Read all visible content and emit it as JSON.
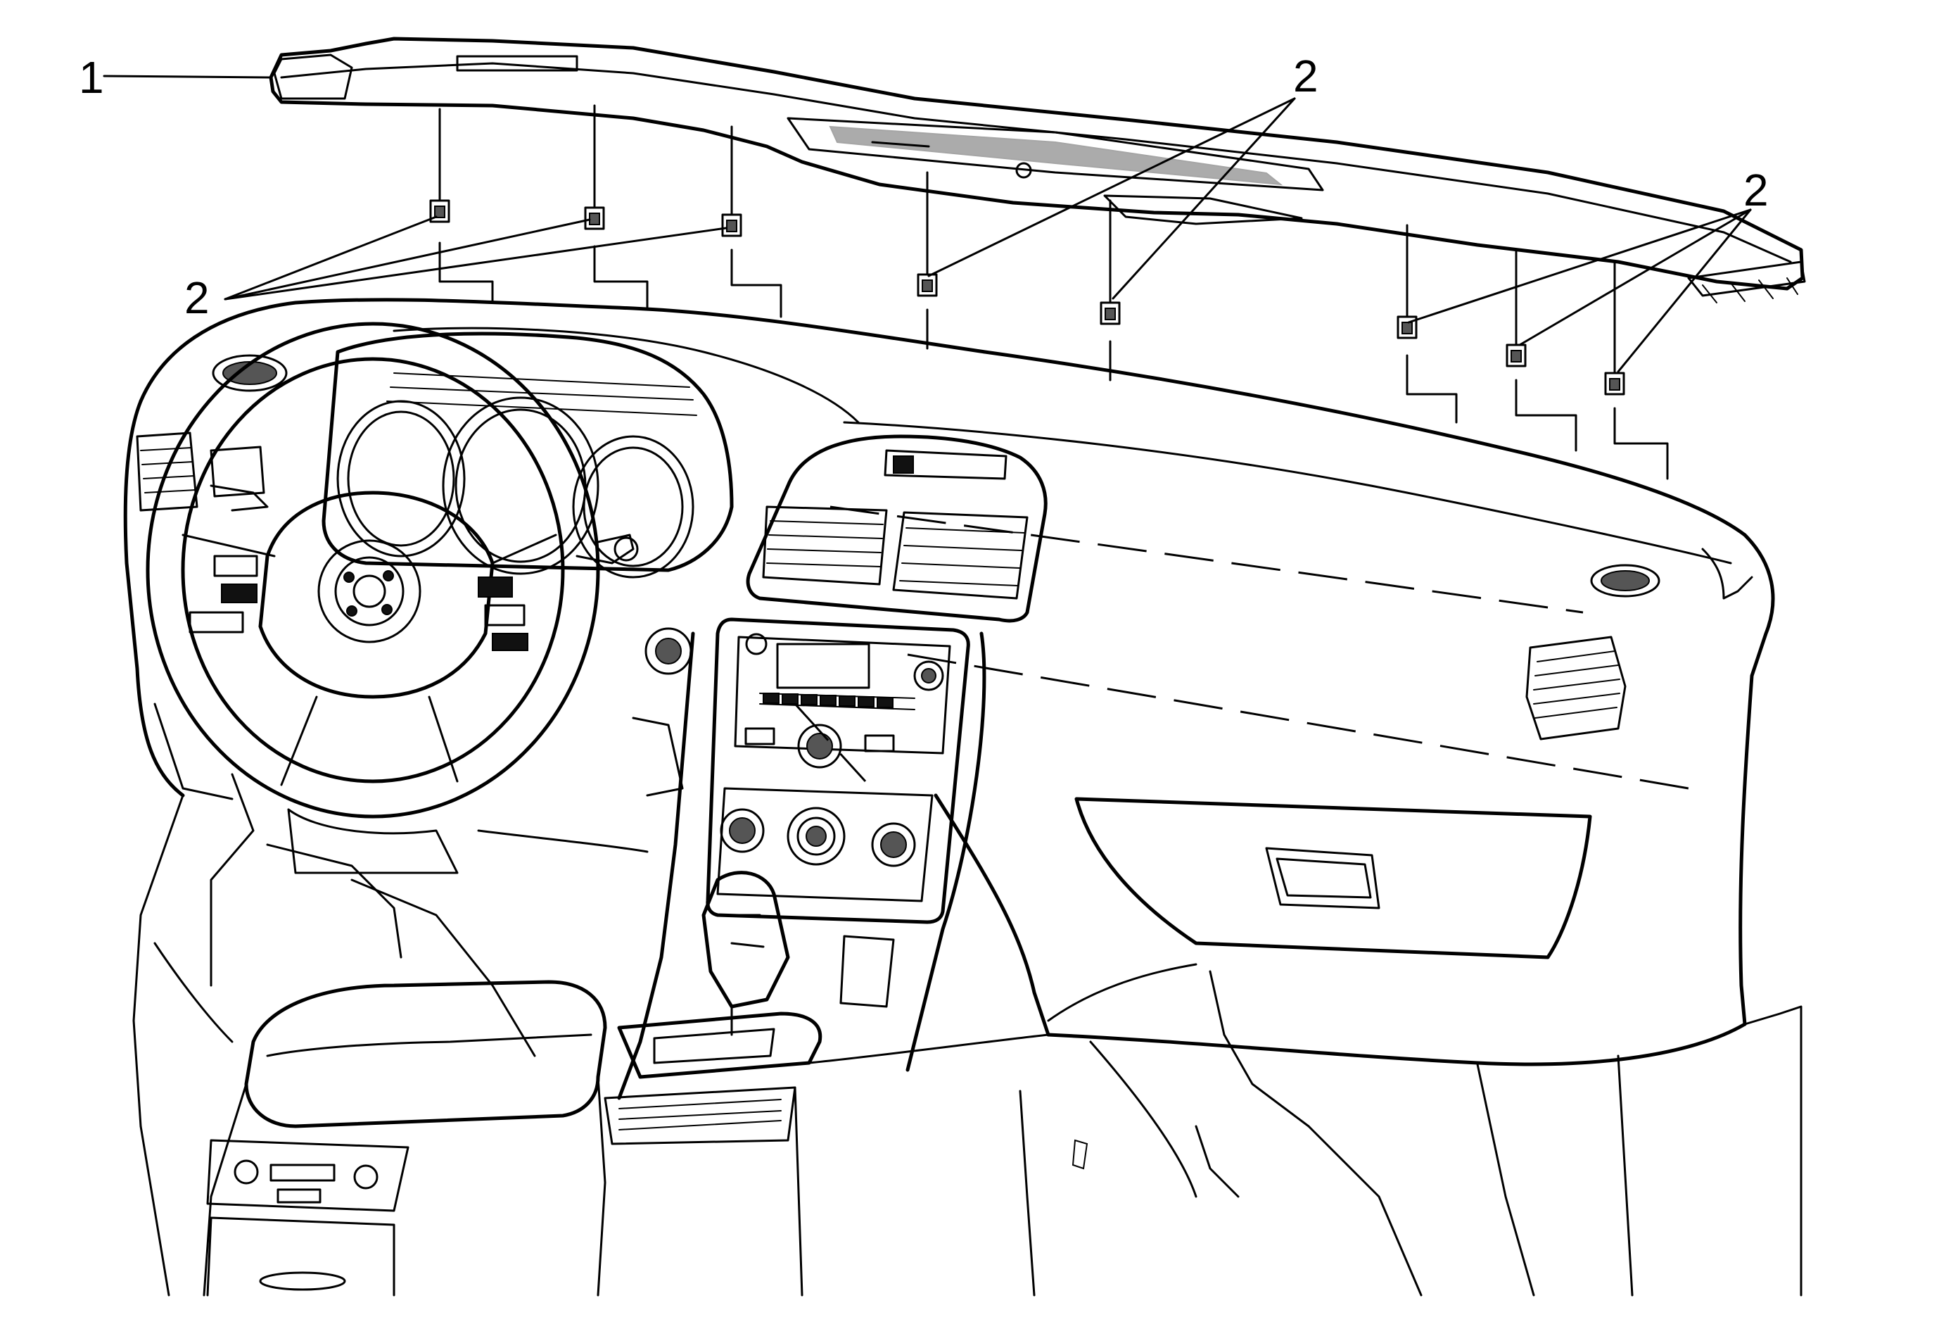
{
  "callouts": {
    "label_1": "1",
    "label_2_left": "2",
    "label_2_center": "2",
    "label_2_right": "2"
  }
}
